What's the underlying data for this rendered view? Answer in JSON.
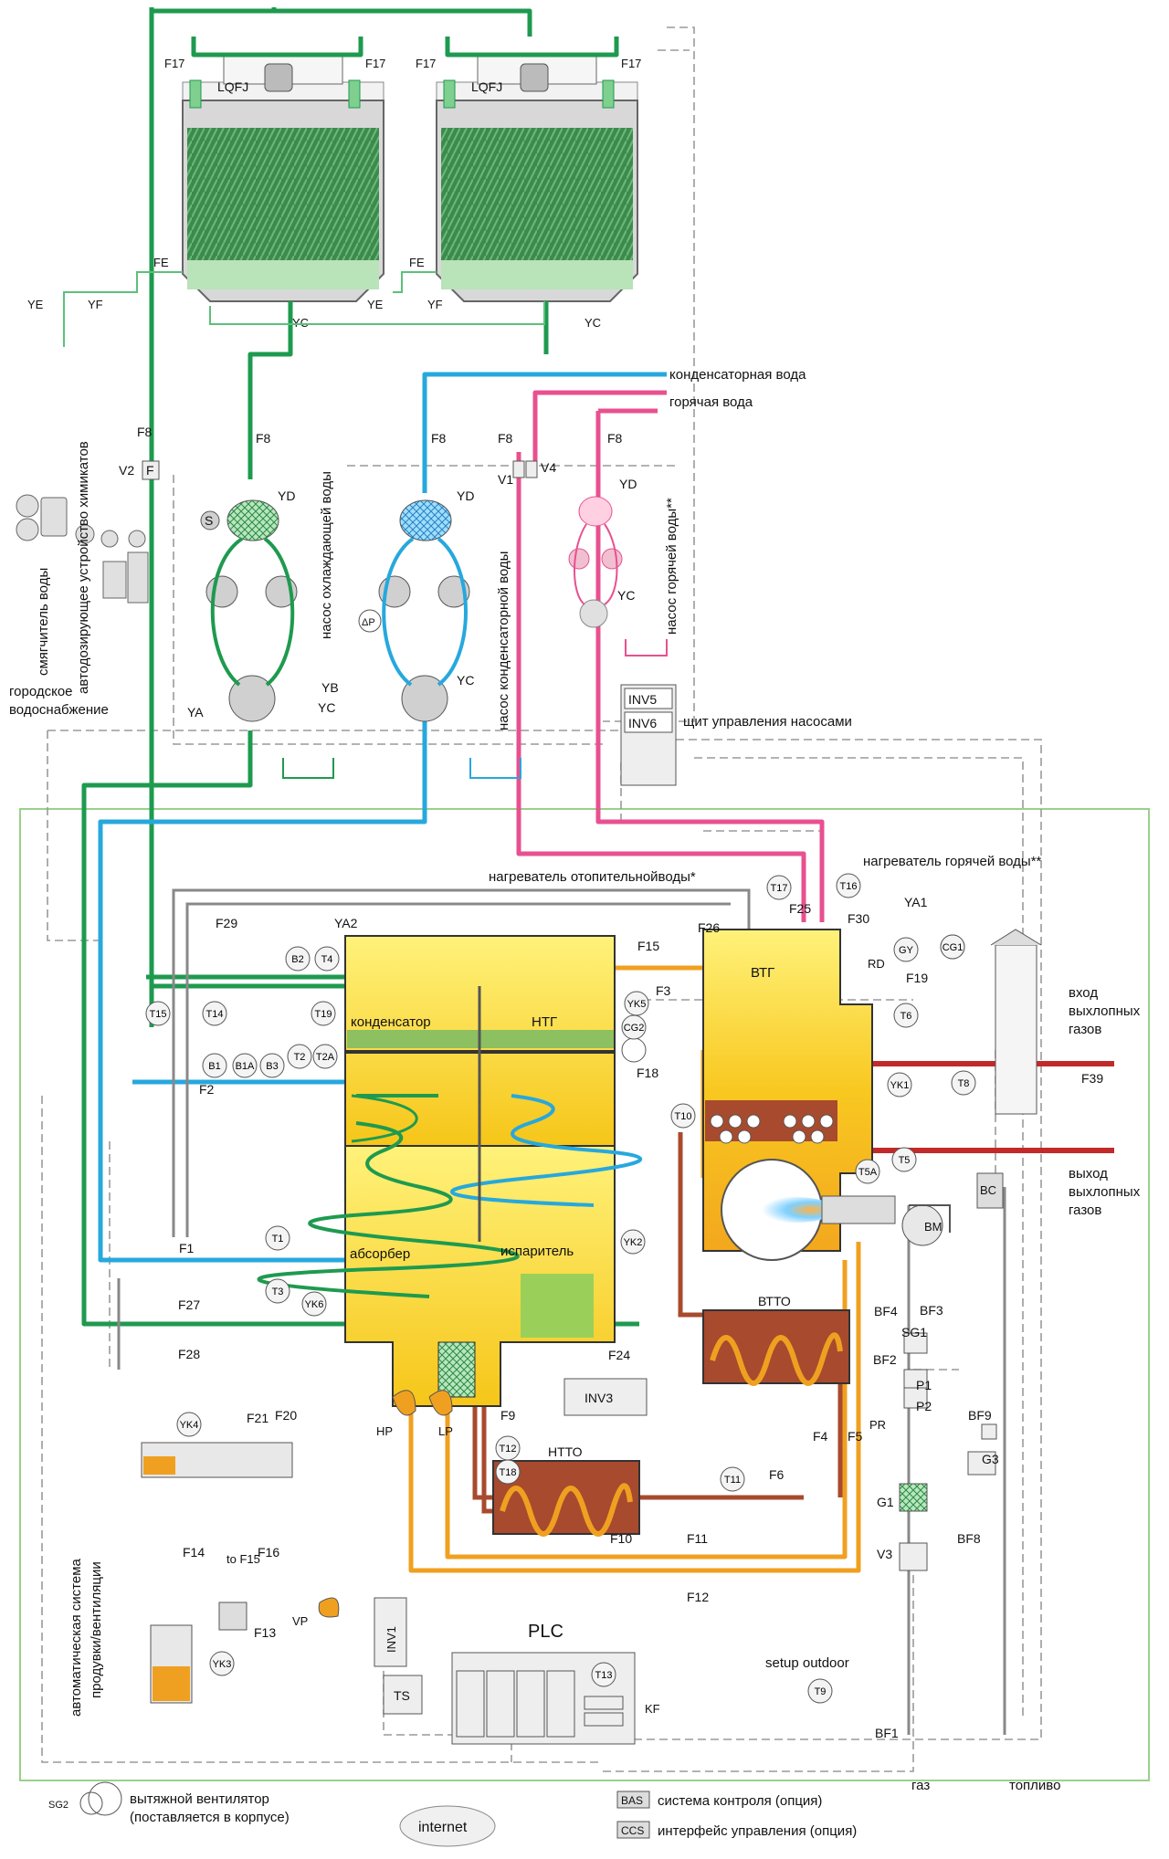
{
  "colors": {
    "green": "#1e9a4f",
    "green_light": "#7fcf8f",
    "blue": "#27a8dd",
    "pink": "#e8508f",
    "orange": "#f0a020",
    "yellow": "#ffe83a",
    "brown": "#a84a2e",
    "red": "#c22a2a",
    "grey": "#c8c8c8",
    "frame": "#9ad08a"
  },
  "towers": {
    "fan_label": "LQFJ",
    "fill_label": "FE",
    "valve_label": "F17",
    "drain_label": "YC",
    "ye": "YE",
    "yf": "YF"
  },
  "top_labels": {
    "condenser_water": "конденсаторная вода",
    "hot_water": "горячая вода",
    "softener": "смягчитель воды",
    "dosing": "автодозирующее устройство химикатов",
    "city_water_1": "городское",
    "city_water_2": "водоснабжение",
    "cooling_pump": "насос охлаждающей воды",
    "condenser_pump": "насос конденсаторной воды",
    "hotwater_pump": "насос горячей воды**",
    "pump_panel": "щит управления насосами",
    "inv5": "INV5",
    "inv6": "INV6"
  },
  "pump_labels": {
    "f8": "F8",
    "v2": "V2",
    "v1": "V1",
    "v4": "V4",
    "f": "F",
    "yd": "YD",
    "ya": "YA",
    "yb": "YB",
    "yc": "YC",
    "s": "S",
    "dp": "ΔP"
  },
  "plant_labels": {
    "heater_heating": "нагреватель отопительнойводы*",
    "heater_hot": "нагреватель горячей воды**",
    "condenser": "конденсатор",
    "ntg": "НТГ",
    "vtg": "ВТГ",
    "absorber": "абсорбер",
    "evaporator": "испаритель",
    "vtto": "ВТТО",
    "ntto": "НТТО",
    "exhaust_in_1": "вход",
    "exhaust_in_2": "выхлопных",
    "exhaust_in_3": "газов",
    "exhaust_out_1": "выход",
    "exhaust_out_2": "выхлопных",
    "exhaust_out_3": "газов",
    "purge_1": "автоматическая система",
    "purge_2": "продувки/вентиляции",
    "setup_outdoor": "setup outdoor",
    "gas": "газ",
    "fuel": "топливо",
    "plc": "PLC",
    "ts": "TS",
    "kf": "KF",
    "inv1": "INV1",
    "inv3": "INV3",
    "bm": "BM",
    "bc": "BC",
    "rd": "RD",
    "hp": "HP",
    "lp": "LP",
    "vp": "VP",
    "pr": "PR",
    "to_f15": "to F15"
  },
  "instruments": [
    "T1",
    "T2",
    "T2A",
    "T3",
    "T4",
    "T5",
    "T5A",
    "T6",
    "T8",
    "T9",
    "T10",
    "T11",
    "T12",
    "T13",
    "T14",
    "T15",
    "T16",
    "T17",
    "T18",
    "T19",
    "B1",
    "B1A",
    "B2",
    "B3",
    "YK1",
    "YK2",
    "YK3",
    "YK4",
    "YK5",
    "YK6",
    "CG1",
    "CG2",
    "GY"
  ],
  "valves": [
    "F1",
    "F2",
    "F3",
    "F4",
    "F5",
    "F6",
    "F9",
    "F10",
    "F11",
    "F12",
    "F13",
    "F14",
    "F15",
    "F16",
    "F18",
    "F19",
    "F20",
    "F21",
    "F24",
    "F25",
    "F26",
    "F27",
    "F28",
    "F29",
    "F30",
    "F39",
    "YA1",
    "YA2",
    "BF1",
    "BF2",
    "BF3",
    "BF4",
    "BF8",
    "BF9",
    "SG1",
    "P1",
    "P2",
    "G1",
    "G3",
    "V3"
  ],
  "legend": {
    "sg2": "SG2",
    "fan": "вытяжной вентилятор",
    "fan_sub": "(поставляется в корпусе)",
    "internet": "internet",
    "bas": "BAS",
    "bas_text": "система контроля (опция)",
    "ccs": "CCS",
    "ccs_text": "интерфейс управления (опция)"
  }
}
